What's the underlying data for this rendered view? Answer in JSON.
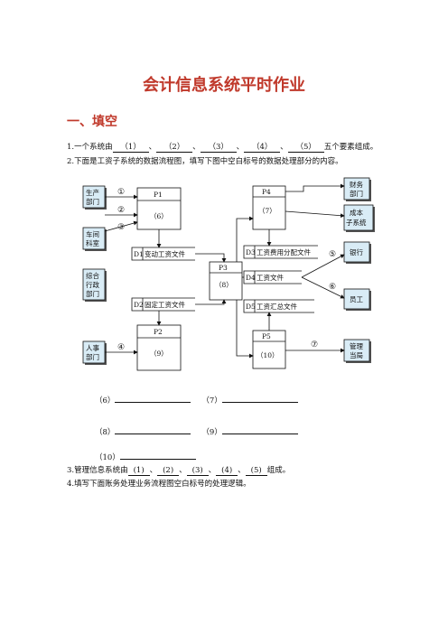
{
  "title": "会计信息系统平时作业",
  "section1": "一、填空",
  "q1": {
    "prefix": "1.一个系统由",
    "blanks": [
      "（1）",
      "（2）",
      "（3）",
      "（4）",
      "（5）"
    ],
    "sep": "、",
    "suffix": "五个要素组成。"
  },
  "q2": "2.下面是工资子系统的数据流程图，填写下图中空白标号的数据处理部分的内容。",
  "diagram": {
    "entities": {
      "production": [
        "生产",
        "部门"
      ],
      "workshop": [
        "车间",
        "科室"
      ],
      "admin": [
        "综合",
        "行政",
        "部门"
      ],
      "hr": [
        "人事",
        "部门"
      ],
      "finance": [
        "财务",
        "部门"
      ],
      "cost": [
        "成本",
        "子系统"
      ],
      "bank": "银行",
      "staff": "员工",
      "mgmt": [
        "管理",
        "当局"
      ]
    },
    "processes": {
      "p1": {
        "id": "P1",
        "label": "（6）"
      },
      "p2": {
        "id": "P2",
        "label": "（9）"
      },
      "p3": {
        "id": "P3",
        "label": "（8）"
      },
      "p4": {
        "id": "P4",
        "label": "（7）"
      },
      "p5": {
        "id": "P5",
        "label": "（10）"
      }
    },
    "stores": {
      "d1": {
        "id": "D1",
        "label": "变动工资文件"
      },
      "d2": {
        "id": "D2",
        "label": "固定工资文件"
      },
      "d3": {
        "id": "D3",
        "label": "工资费用分配文件"
      },
      "d4": {
        "id": "D4",
        "label": "工资文件"
      },
      "d5": {
        "id": "D5",
        "label": "工资汇总文件"
      }
    },
    "flows": [
      "①",
      "②",
      "③",
      "④",
      "⑤",
      "⑥",
      "⑦"
    ]
  },
  "answers": {
    "a6": "（6）",
    "a7": "（7）",
    "a8": "（8）",
    "a9": "（9）",
    "a10": "（10）"
  },
  "q3": {
    "prefix": "3.管理信息系统由",
    "blanks": [
      "(1)",
      "(2)",
      "(3)",
      "(4)",
      "(5)"
    ],
    "sep": "、",
    "suffix": "组成。"
  },
  "q4": "4.填写下面账务处理业务流程图空白标号的处理逻辑。"
}
